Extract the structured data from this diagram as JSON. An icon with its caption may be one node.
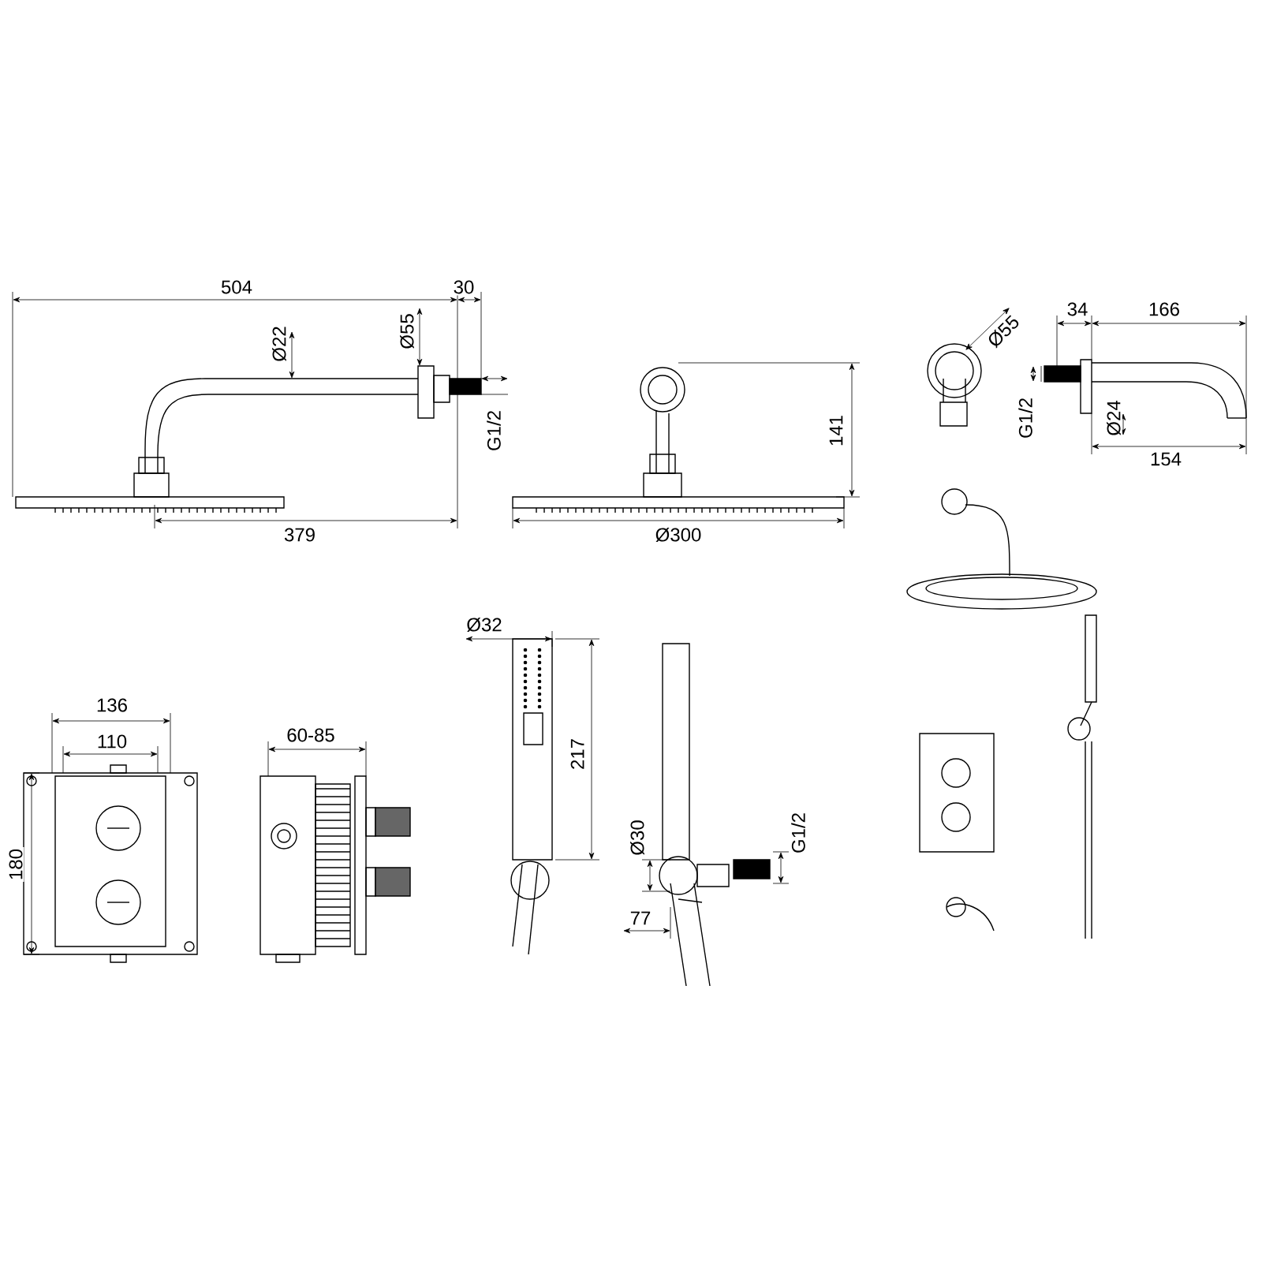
{
  "diagram": {
    "labels": [
      "504",
      "30",
      "Ø22",
      "Ø55",
      "G1/2",
      "141",
      "379",
      "Ø300",
      "Ø55",
      "34",
      "166",
      "G1/2",
      "Ø24",
      "154",
      "136",
      "110",
      "180",
      "60-85",
      "Ø32",
      "217",
      "Ø30",
      "G1/2",
      "77"
    ]
  }
}
